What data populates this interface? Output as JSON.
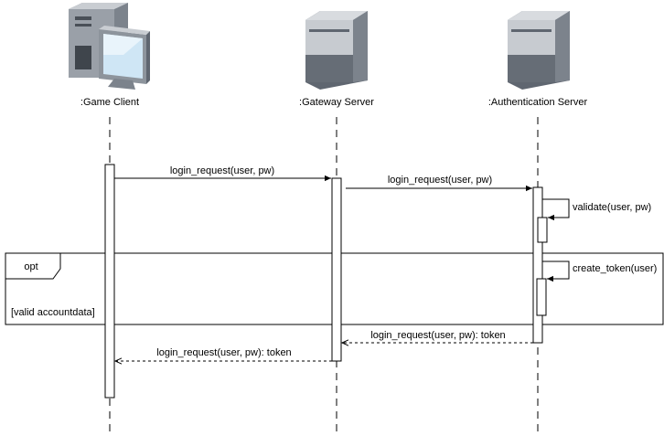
{
  "participants": [
    {
      "id": "client",
      "label": ":Game Client",
      "icon": "desktop-computer-icon"
    },
    {
      "id": "gateway",
      "label": ":Gateway Server",
      "icon": "server-tower-icon"
    },
    {
      "id": "auth",
      "label": ":Authentication Server",
      "icon": "server-tower-icon"
    }
  ],
  "messages": {
    "m1": "login_request(user, pw)",
    "m2": "login_request(user, pw)",
    "m3": "validate(user, pw)",
    "m4": "create_token(user)",
    "m5": "login_request(user, pw): token",
    "m6": "login_request(user, pw): token"
  },
  "fragment": {
    "operator": "opt",
    "guard": "[valid accountdata]"
  },
  "colors": {
    "line": "#000000",
    "server_light": "#c7cbd0",
    "server_dark": "#5f6670",
    "screen": "#cfe6f5"
  }
}
